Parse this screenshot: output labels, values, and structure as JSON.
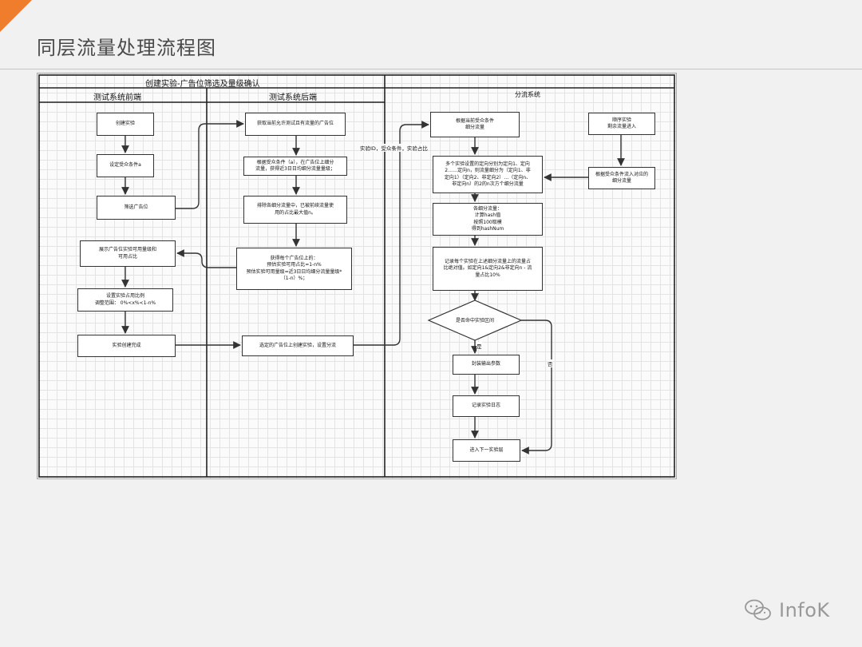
{
  "page": {
    "title": "同层流量处理流程图",
    "brand": "InfoK"
  },
  "colors": {
    "accent": "#ef7d2b",
    "line": "#333333"
  },
  "icons": {
    "brand": "wechat-icon"
  },
  "diagram": {
    "header": "创建实验-广告位筛选及量级确认",
    "lanes": {
      "frontend": "测试系统前端",
      "backend": "测试系统后端",
      "splitter": "分流系统"
    },
    "nodes": {
      "create_experiment": "创建实验",
      "set_audience": "设定受众条件a",
      "filter_slots": "筛选广告位",
      "show_ratio": [
        "展示广告位实验可用量级和",
        "可用占比"
      ],
      "set_ratio": [
        "设置实验占用比例",
        "调整范围：   0%<x%<1-n%"
      ],
      "create_done": "实验创建完成",
      "get_slots": "获取当前允许测试且有流量的广告位",
      "split_traffic": [
        "根据受众条件（a），在广告位上细分",
        "流量，获得近3日日均细分流量量级；"
      ],
      "sort_traffic": [
        "排除各细分流量中，已被前续流量使",
        "用的占比最大值n。"
      ],
      "obtain_each": [
        "获得每个广告位上的：",
        "预估实验可用占比=1-n%",
        "预估实验可用量级=近3日日均细分流量量级*",
        "（1-n）%；"
      ],
      "create_on_slot": "选定的广告位上创建实验，设置分流",
      "split_by_audience": [
        "根据当前受众条件",
        "细分流量"
      ],
      "direction_split": [
        "多个实验设置的定向分别为定向1、定向",
        "2……定向n，则流量细分为（定向1、非",
        "定向1）（定向2、非定向2）…（定向n、",
        "非定向n）的2的n次方个细分流量"
      ],
      "hash_calc": [
        "各细分流量：",
        "计算hash值",
        "按照100取模",
        "得到hashNum"
      ],
      "record_ratio": [
        "记录每个实验在上述细分流量上的流量占",
        "比绝对值。如定向1&定向2&非定向n - 流",
        "量占比10%"
      ],
      "hit_interval": "是否命中实验区间",
      "wrap_params": "封装输出参数",
      "log_experiment": "记录实验日志",
      "next_layer": "进入下一实验层",
      "order_experiment": [
        "顺序实验",
        "剩余流量进入"
      ],
      "enter_by_audience": [
        "根据受众条件流入对应的",
        "细分流量"
      ]
    },
    "edge_labels": {
      "experiment_info": "实验ID，受众条件，实验占比",
      "yes": "是",
      "no": "否"
    }
  }
}
